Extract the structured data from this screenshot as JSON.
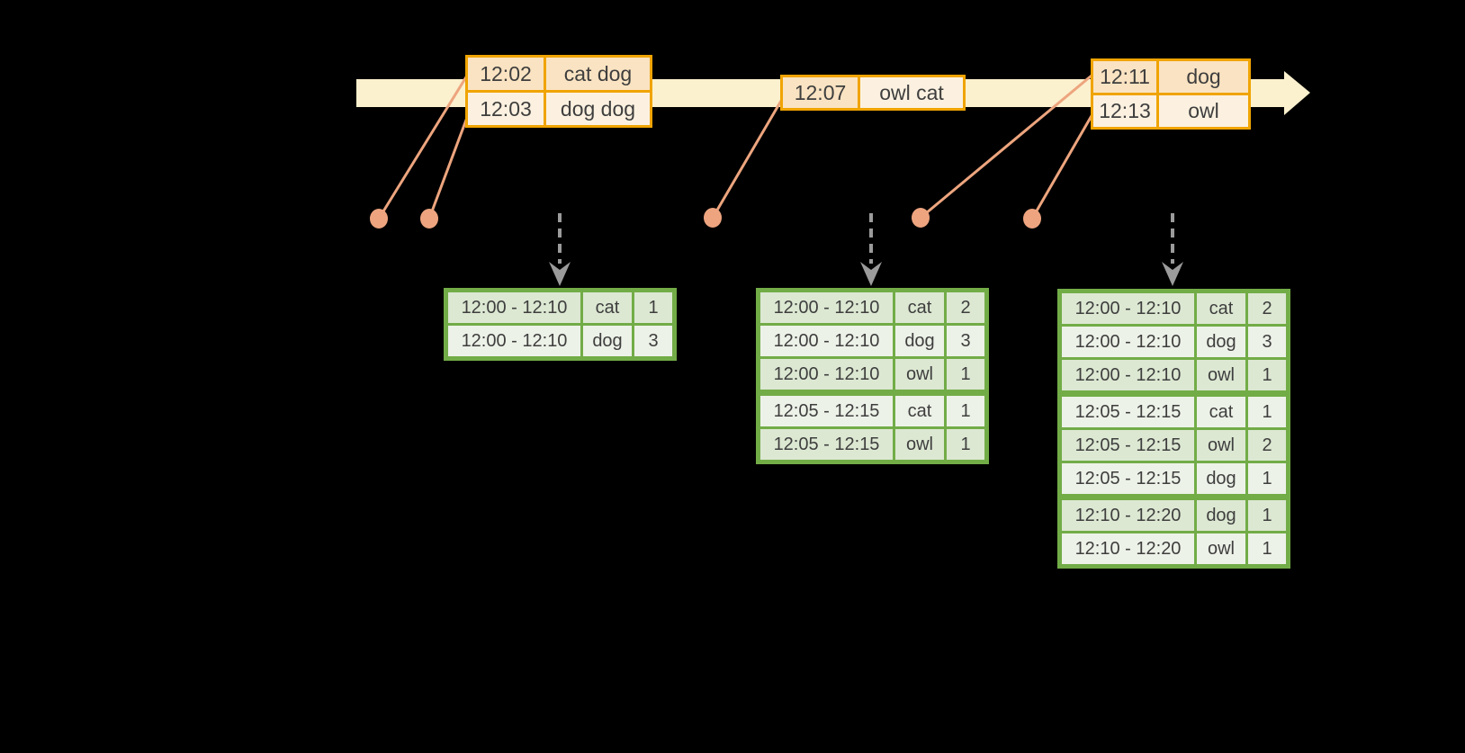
{
  "diagram": {
    "icons": {
      "timeline_arrow": "right-arrow-band",
      "event_dot": "filled-circle",
      "trigger_arrow": "dashed-down-arrow"
    },
    "event_tables": [
      {
        "rows": [
          {
            "time": "12:02",
            "words": "cat dog"
          },
          {
            "time": "12:03",
            "words": "dog dog"
          }
        ]
      },
      {
        "rows": [
          {
            "time": "12:07",
            "words": "owl cat"
          }
        ]
      },
      {
        "rows": [
          {
            "time": "12:11",
            "words": "dog"
          },
          {
            "time": "12:13",
            "words": "owl"
          }
        ]
      }
    ],
    "result_tables": [
      {
        "rows": [
          {
            "window": "12:00 - 12:10",
            "word": "cat",
            "count": "1"
          },
          {
            "window": "12:00 - 12:10",
            "word": "dog",
            "count": "3"
          }
        ]
      },
      {
        "rows": [
          {
            "window": "12:00 - 12:10",
            "word": "cat",
            "count": "2"
          },
          {
            "window": "12:00 - 12:10",
            "word": "dog",
            "count": "3"
          },
          {
            "window": "12:00 - 12:10",
            "word": "owl",
            "count": "1"
          },
          {
            "window": "12:05 - 12:15",
            "word": "cat",
            "count": "1"
          },
          {
            "window": "12:05 - 12:15",
            "word": "owl",
            "count": "1"
          }
        ]
      },
      {
        "rows": [
          {
            "window": "12:00 - 12:10",
            "word": "cat",
            "count": "2"
          },
          {
            "window": "12:00 - 12:10",
            "word": "dog",
            "count": "3"
          },
          {
            "window": "12:00 - 12:10",
            "word": "owl",
            "count": "1"
          },
          {
            "window": "12:05 - 12:15",
            "word": "cat",
            "count": "1"
          },
          {
            "window": "12:05 - 12:15",
            "word": "owl",
            "count": "2"
          },
          {
            "window": "12:05 - 12:15",
            "word": "dog",
            "count": "1"
          },
          {
            "window": "12:10 - 12:20",
            "word": "dog",
            "count": "1"
          },
          {
            "window": "12:10 - 12:20",
            "word": "owl",
            "count": "1"
          }
        ]
      }
    ],
    "colors": {
      "background": "#000000",
      "timeline_fill": "#FBF1CE",
      "event_table_border": "#F0A402",
      "event_row_dark": "#FAE3C2",
      "event_row_light": "#FCF1E0",
      "connector_salmon": "#EDA57E",
      "result_table_border": "#72AC47",
      "result_row_dark": "#DCE8D2",
      "result_row_light": "#EDF2E8",
      "trigger_arrow_gray": "#9B9B9B",
      "text": "#3E3E3E"
    }
  }
}
